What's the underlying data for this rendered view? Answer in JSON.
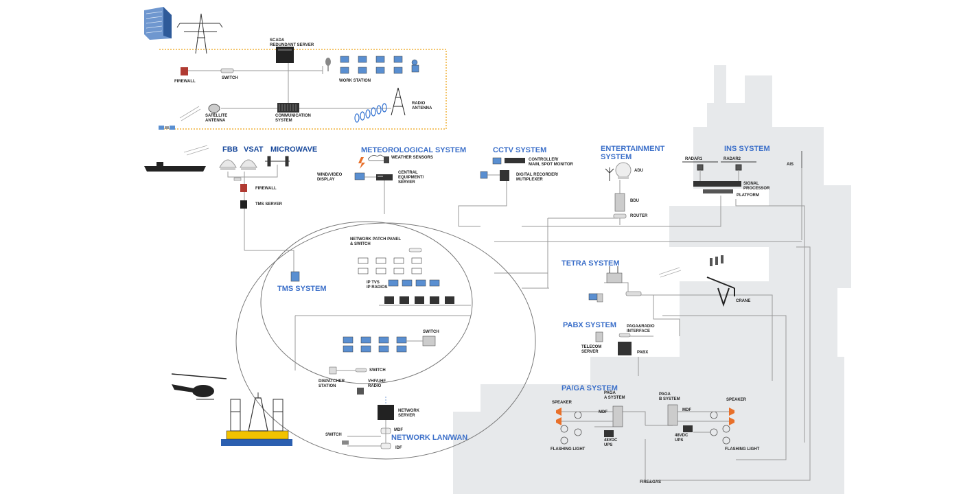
{
  "colors": {
    "title_blue": "#3b6fc9",
    "line_gray": "#8a8a8a",
    "scada_border": "#f0b23a",
    "bg_silhouette": "#e4e6e8",
    "firewall_red": "#c0392b",
    "rig_yellow": "#f2c200",
    "rig_blue": "#2b5fb0"
  },
  "systems": {
    "fbb": "FBB",
    "vsat": "VSAT",
    "microwave": "MICROWAVE",
    "meteorological": "METEOROLOGICAL SYSTEM",
    "cctv": "CCTV SYSTEM",
    "entertainment": "ENTERTAINMENT\nSYSTEM",
    "ins": "INS SYSTEM",
    "tetra": "TETRA SYSTEM",
    "pabx": "PABX SYSTEM",
    "paga": "PA/GA SYSTEM",
    "tms": "TMS SYSTEM",
    "network": "NETWORK LAN/WAN"
  },
  "labels": {
    "scada_server": "SCADA\nREDUNDANT SERVER",
    "firewall_top": "FIREWALL",
    "switch_top": "SWITCH",
    "work_station": "WORK STATION",
    "satellite_antenna": "SATELLITE\nANTENNA",
    "communication_system": "COMMUNICATION\nSYSTEM",
    "radio_antenna": "RADIO\nANTENNA",
    "firewall_fbb": "FIREWALL",
    "tms_server": "TMS SERVER",
    "weather_sensors": "WEATHER SENSORS",
    "wind_video_display": "WIND/VIDEO\nDISPLAY",
    "central_equipment": "CENTRAL\nEQUIPMENT/\nSERVER",
    "controller_monitor": "CONTROLLER/\nMAIN, SPOT MONITOR",
    "digital_recorder": "DIGITAL RECORDER/\nMUTIPLEXER",
    "adu": "ADU",
    "bdu": "BDU",
    "router": "ROUTER",
    "radar1": "RADAR1",
    "radar2": "RADAR2",
    "signal_processor": "SIGNAL\nPROCESSOR",
    "platform": "PLATFORM",
    "ais": "AIS",
    "network_patch_panel": "NETWORK PATCH PANEL\n& SWITCH",
    "ip_tvs_radios": "IP TVs\nIP RADIOs",
    "switch_mid": "SWITCH",
    "dispatcher_station": "DISPATCHER\nSTATION",
    "switch_disp": "SWITCH",
    "vhf_uhf_radio": "VHF/UHF\nRADIO",
    "network_server": "NETWORK\nSERVER",
    "mdf_net": "MDF",
    "idf": "IDF",
    "switch_net": "SWITCH",
    "crane": "CRANE",
    "paga_radio_interface": "PAGA&RADIO\nINTERFACE",
    "telecom_server": "TELECOM\nSERVER",
    "pabx_dev": "PABX",
    "paga_a_system": "PAGA\nA SYSTEM",
    "paga_b_system": "PAGA\nB SYSTEM",
    "mdf_a": "MDF",
    "mdf_b": "MDF",
    "ups_a": "48VDC\nUPS",
    "ups_b": "48VDC\nUPS",
    "speaker_left": "SPEAKER",
    "speaker_right": "SPEAKER",
    "flashing_light_left": "FLASHING LIGHT",
    "flashing_light_right": "FLASHING LIGHT",
    "fire_gas": "FIRE&GAS"
  }
}
